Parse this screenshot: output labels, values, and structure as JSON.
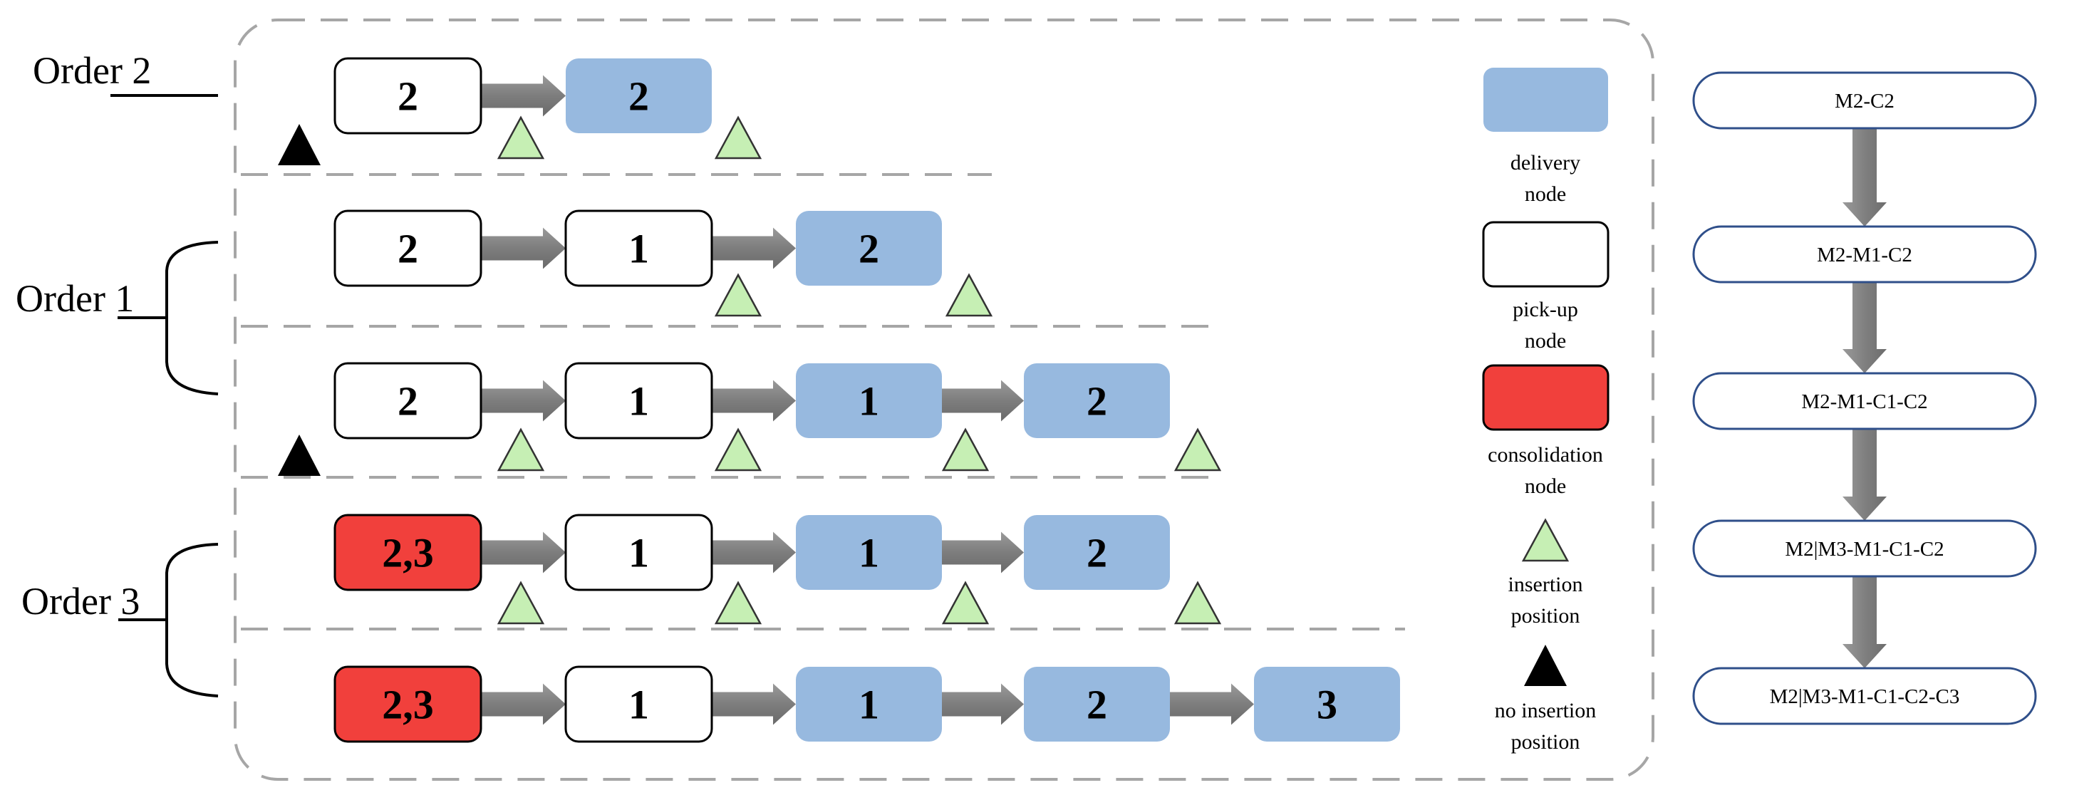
{
  "orders": {
    "order2": "Order 2",
    "order1": "Order 1",
    "order3": "Order 3"
  },
  "rows": [
    {
      "nodes": [
        {
          "type": "pickup",
          "label": "2"
        },
        {
          "type": "delivery",
          "label": "2"
        }
      ]
    },
    {
      "nodes": [
        {
          "type": "pickup",
          "label": "2"
        },
        {
          "type": "pickup",
          "label": "1"
        },
        {
          "type": "delivery",
          "label": "2"
        }
      ]
    },
    {
      "nodes": [
        {
          "type": "pickup",
          "label": "2"
        },
        {
          "type": "pickup",
          "label": "1"
        },
        {
          "type": "delivery",
          "label": "1"
        },
        {
          "type": "delivery",
          "label": "2"
        }
      ]
    },
    {
      "nodes": [
        {
          "type": "consolidation",
          "label": "2,3"
        },
        {
          "type": "pickup",
          "label": "1"
        },
        {
          "type": "delivery",
          "label": "1"
        },
        {
          "type": "delivery",
          "label": "2"
        }
      ]
    },
    {
      "nodes": [
        {
          "type": "consolidation",
          "label": "2,3"
        },
        {
          "type": "pickup",
          "label": "1"
        },
        {
          "type": "delivery",
          "label": "1"
        },
        {
          "type": "delivery",
          "label": "2"
        },
        {
          "type": "delivery",
          "label": "3"
        }
      ]
    }
  ],
  "legend": {
    "delivery_line1": "delivery",
    "delivery_line2": "node",
    "pickup_line1": "pick-up",
    "pickup_line2": "node",
    "consolidation_line1": "consolidation",
    "consolidation_line2": "node",
    "insertion_line1": "insertion",
    "insertion_line2": "position",
    "noinsertion_line1": "no insertion",
    "noinsertion_line2": "position"
  },
  "flow": [
    "M2-C2",
    "M2-M1-C2",
    "M2-M1-C1-C2",
    "M2|M3-M1-C1-C2",
    "M2|M3-M1-C1-C2-C3"
  ],
  "colors": {
    "delivery": "#97b9df",
    "pickup": "#ffffff",
    "consolidation": "#f1403c",
    "insertion": "#c6efb4",
    "arrow": "#808080",
    "flow_border": "#2f4f8a"
  }
}
